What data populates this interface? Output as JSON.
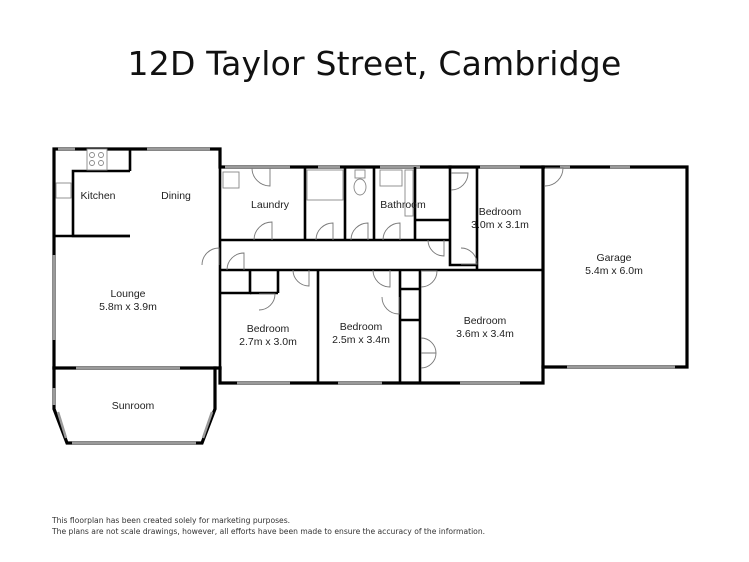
{
  "title": "12D Taylor Street, Cambridge",
  "rooms": {
    "kitchen": {
      "name": "Kitchen"
    },
    "dining": {
      "name": "Dining"
    },
    "laundry": {
      "name": "Laundry"
    },
    "bathroom": {
      "name": "Bathroom"
    },
    "bedroom1": {
      "name": "Bedroom",
      "size": "3.0m x 3.1m"
    },
    "garage": {
      "name": "Garage",
      "size": "5.4m x 6.0m"
    },
    "lounge": {
      "name": "Lounge",
      "size": "5.8m x 3.9m"
    },
    "bedroom2": {
      "name": "Bedroom",
      "size": "2.7m x 3.0m"
    },
    "bedroom3": {
      "name": "Bedroom",
      "size": "2.5m x 3.4m"
    },
    "bedroom4": {
      "name": "Bedroom",
      "size": "3.6m x 3.4m"
    },
    "sunroom": {
      "name": "Sunroom"
    }
  },
  "disclaimer": {
    "line1": "This floorplan has been created solely for marketing purposes.",
    "line2": "The plans are not scale drawings, however, all efforts have been made to ensure the accuracy of the information."
  }
}
